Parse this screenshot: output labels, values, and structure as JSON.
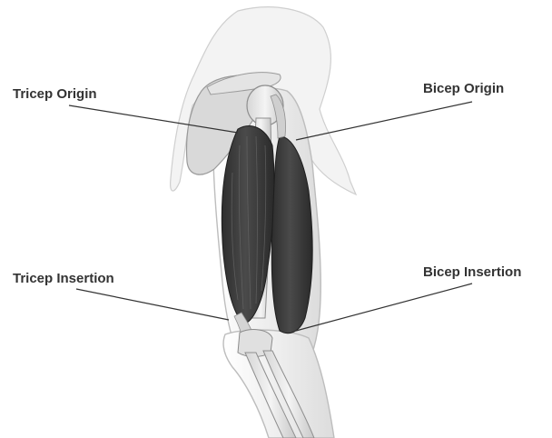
{
  "labels": {
    "tricep_origin": "Tricep Origin",
    "bicep_origin": "Bicep Origin",
    "tricep_insertion": "Tricep Insertion",
    "bicep_insertion": "Bicep Insertion"
  },
  "colors": {
    "label_text": "#333333",
    "leader_line": "#333333",
    "muscle_dark": "#3a3a3a",
    "skin_outline": "#bdbdbd",
    "skin_fill": "#f2f2f2",
    "bone": "#e8e8e8"
  }
}
